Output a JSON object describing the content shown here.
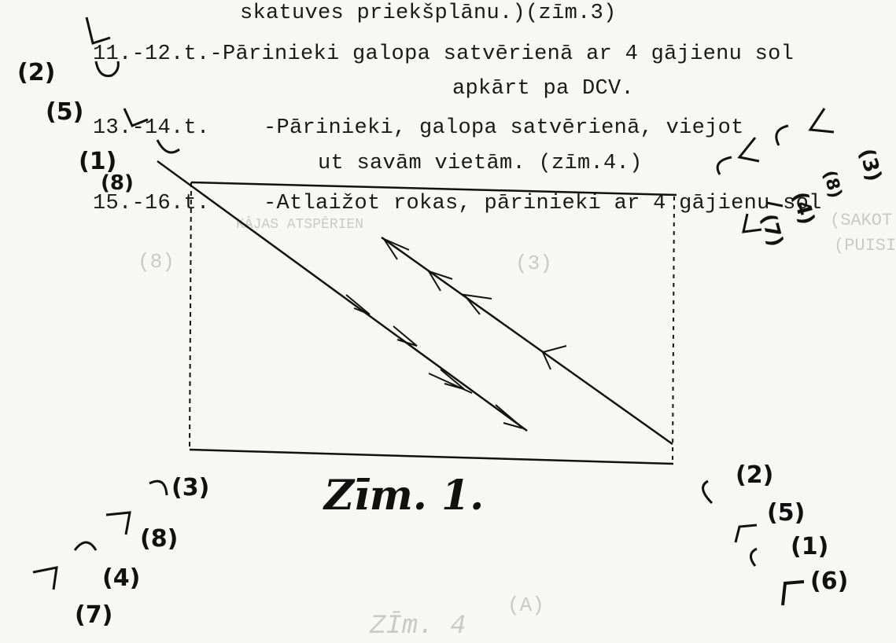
{
  "text_lines": [
    "skatuves priekšplānu.)(zīm.3)",
    "11.-12.t.-Pārinieki galopa satvērienā ar 4 gājienu sol",
    "apkārt pa DCV.",
    "13.-14.t.",
    "-Pārinieki, galopa satvērienā, viejot ",
    "ut savām vietām. (zīm.4.)",
    "15.-16.t.",
    "-Atlaižot rokas, pārinieki ar 4 gājienu sol"
  ],
  "figure_caption": "Zīm. 1.",
  "ghost_marks": [
    "(SAKOT",
    "KĀJAS ATSPĒRIEN",
    "(PUISI P",
    "(8)",
    "(3)",
    "(A)",
    "ZĪm. 4"
  ],
  "corner_labels": {
    "top_left": [
      "(2)",
      "(5)",
      "(1)",
      "(8)"
    ],
    "top_right": [
      "(3)",
      "(8)",
      "(4)",
      "(7)"
    ],
    "bottom_left": [
      "(3)",
      "(8)",
      "(4)",
      "(7)"
    ],
    "bottom_right": [
      "(2)",
      "(5)",
      "(1)",
      "(6)"
    ]
  },
  "colors": {
    "ink": "#111111",
    "paper": "#f7f7f5",
    "bleed": "#c9c9c6"
  }
}
